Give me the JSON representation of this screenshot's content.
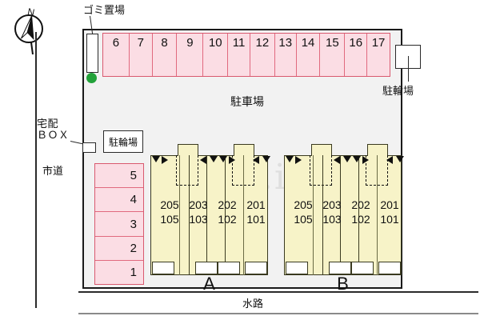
{
  "compass": {
    "north_letter": "N",
    "icon": "compass-north-icon"
  },
  "site": {
    "parking_area_label": "駐車場",
    "garbage_label": "ゴミ置場",
    "bicycle_label": "駐輪場",
    "bicycle_label_right": "駐輪場",
    "delivery_box_label": "宅配\nＢＯＸ",
    "delivery_box_line1": "宅配",
    "delivery_box_line2": "ＢＯＸ",
    "city_road_label": "市道",
    "waterway_label": "水路"
  },
  "parking": {
    "top_row": [
      "6",
      "7",
      "8",
      "9",
      "10",
      "11",
      "12",
      "13",
      "14",
      "15",
      "16",
      "17"
    ],
    "left_column": [
      "5",
      "4",
      "3",
      "2",
      "1"
    ]
  },
  "buildings": [
    {
      "name": "A",
      "units": [
        {
          "upper": "205",
          "lower": "105"
        },
        {
          "upper": "203",
          "lower": "103"
        },
        {
          "upper": "202",
          "lower": "102"
        },
        {
          "upper": "201",
          "lower": "101"
        }
      ]
    },
    {
      "name": "B",
      "units": [
        {
          "upper": "205",
          "lower": "105"
        },
        {
          "upper": "203",
          "lower": "103"
        },
        {
          "upper": "202",
          "lower": "102"
        },
        {
          "upper": "201",
          "lower": "101"
        }
      ]
    }
  ],
  "watermark": {
    "text": "itenki.ie"
  },
  "colors": {
    "parking_fill": "#fbdde4",
    "parking_border": "#e0697f",
    "building_fill": "#f7f3c8",
    "building_border": "#3a3a20",
    "site_fill": "#f2f2f2",
    "outline": "#1a1a1a",
    "garbage_dot": "#23a23a"
  }
}
